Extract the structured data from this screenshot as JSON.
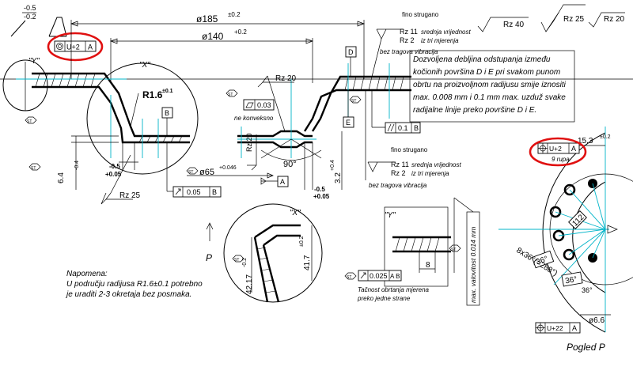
{
  "tolerances": {
    "top_left_upper": "-0.5",
    "top_left_lower": "-0.2",
    "d185": "ø185",
    "d185_tol": "±0.2",
    "d140": "ø140",
    "d140_tol": "+0.2",
    "d65": "ø65",
    "d65_tol": "+0.046",
    "r_main": "R1.6",
    "r_main_tol": "±0.1",
    "dim_6_4": "6.4",
    "dim_6_4_tol": "-0.4",
    "dim_3_2": "3.2",
    "dim_3_2_tol": "+0.4",
    "minus05_a": "-0.5",
    "plus005_a": "+0.05",
    "minus05_b": "-0.5",
    "plus005_b": "+0.05",
    "angle_90": "90°",
    "dim_42_17": "42.17",
    "dim_42_17_tol": "-0.2",
    "dim_41_7": "41.7",
    "dim_41_7_tol": "±0.2",
    "dim_8": "8",
    "dim_15_3": "15.3",
    "dim_15_3_tol": "±0.2",
    "dim_6_6": "ø6.6",
    "dim_112": "112",
    "angle_36a": "36°",
    "angle_36b": "36°",
    "angle_36c": "36°",
    "pattern": "8x36°(=288°)"
  },
  "frames": {
    "concentric": "U+2",
    "concentric_ref": "A",
    "datum_b": "B",
    "datum_d": "D",
    "datum_e": "E",
    "datum_a": "A",
    "flatness": "0.03",
    "parallel": "0.1",
    "parallel_ref": "B",
    "runout_b": "0.05",
    "runout_b_ref": "B",
    "runout_ab": "0.025",
    "runout_ab_ref": "A B",
    "position_top": "U+2",
    "position_top_ref": "A",
    "position_bottom": "U+22",
    "position_bottom_ref": "A",
    "st": "ST"
  },
  "surface": {
    "rz40": "Rz 40",
    "rz25_top": "Rz 25",
    "rz20_top": "Rz 20",
    "rz20_mid": "Rz 20",
    "rz20_side": "Rz 20",
    "rz25_left": "Rz 25",
    "fino1": "fino strugano",
    "rz11_1": "Rz 11",
    "srednja1": "srednja vrijednost",
    "rz2_1": "Rz 2",
    "iztri1": "iz tri mjerenja",
    "bez1": "bez tragova vibracija",
    "fino2": "fino strugano",
    "rz11_2": "Rz 11",
    "srednja2": "srednja vrijednost",
    "rz2_2": "Rz 2",
    "iztri2": "iz tri mjerenja",
    "bez2": "bez tragova vibracija"
  },
  "labels": {
    "y1": "\"Y\"",
    "x1": "\"X\"",
    "x2": "\"X\"",
    "y2": "\"Y\"",
    "ne_konveksno": "ne konveksno",
    "p_arrow": "P",
    "rupa": "9 rupa",
    "pogled": "Pogled P",
    "tacnost1": "Tačnost obrtanja mjerena",
    "tacnost2": "preko jedne strane",
    "max_val": "max. valovitost 0.014 mm"
  },
  "note_right": [
    "Dozvoljena debljina odstupanja između",
    "kočionih površina D i E pri svakom punom",
    "obrtu na proizvoljnom radijusu smije iznositi",
    "max. 0.008 mm i 0.1 mm max.  uzduž svake",
    "radijalne linije preko površine D i E."
  ],
  "note_bottom": [
    "Napomena:",
    "U području radijusa R1.6±0.1 potrebno",
    "je uraditi 2-3 okretaja bez posmaka."
  ]
}
